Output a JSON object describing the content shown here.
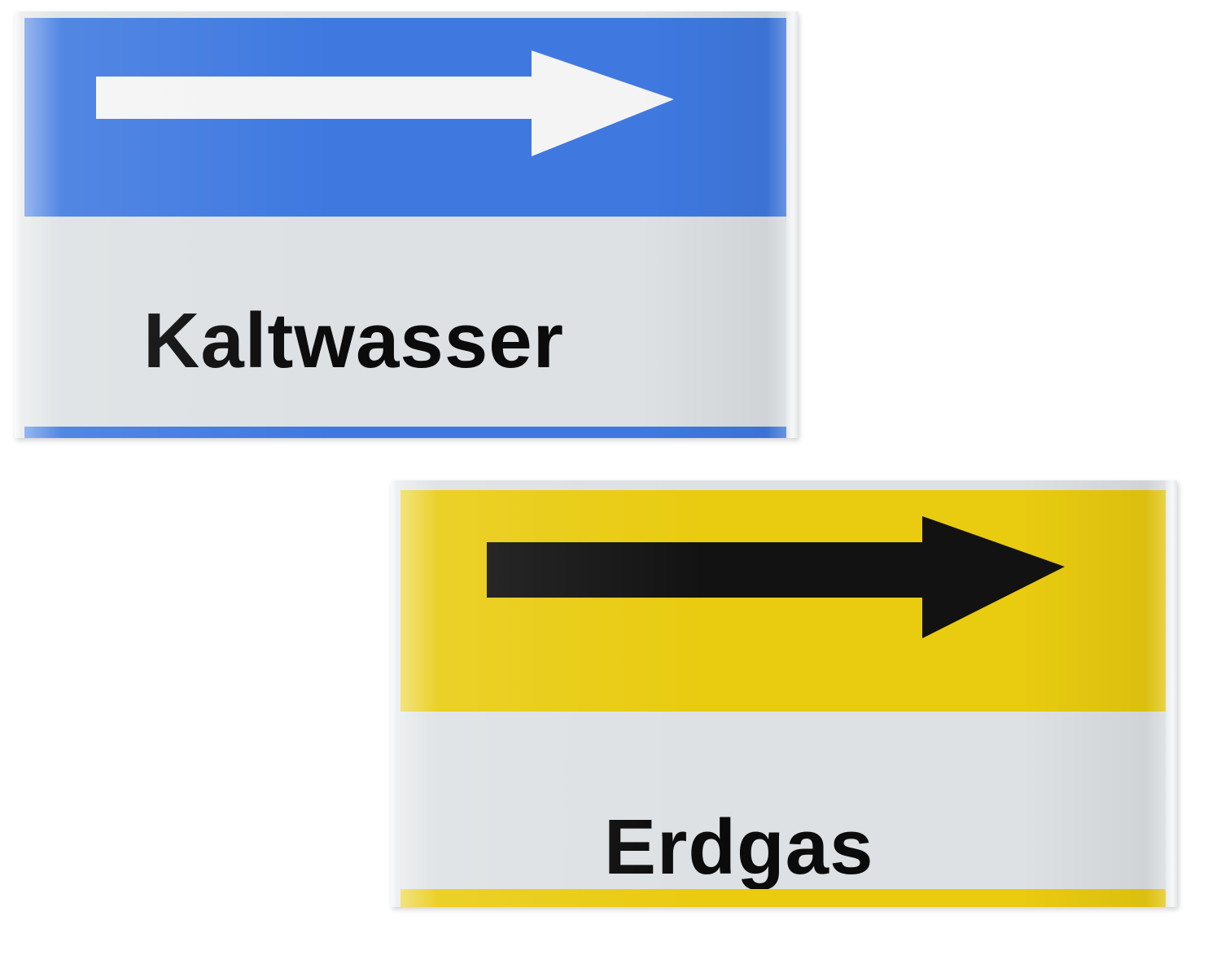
{
  "labels": [
    {
      "id": "kaltwasser",
      "text": "Kaltwasser",
      "band_color": "#3f79e0",
      "arrow_color": "#f4f4f4",
      "arrow_direction": "right",
      "text_color": "#0b0b0b",
      "background_color": "#dde1e3"
    },
    {
      "id": "erdgas",
      "text": "Erdgas",
      "band_color": "#e9cb10",
      "arrow_color": "#121212",
      "arrow_direction": "right",
      "text_color": "#0b0b0b",
      "background_color": "#dde1e3"
    }
  ]
}
